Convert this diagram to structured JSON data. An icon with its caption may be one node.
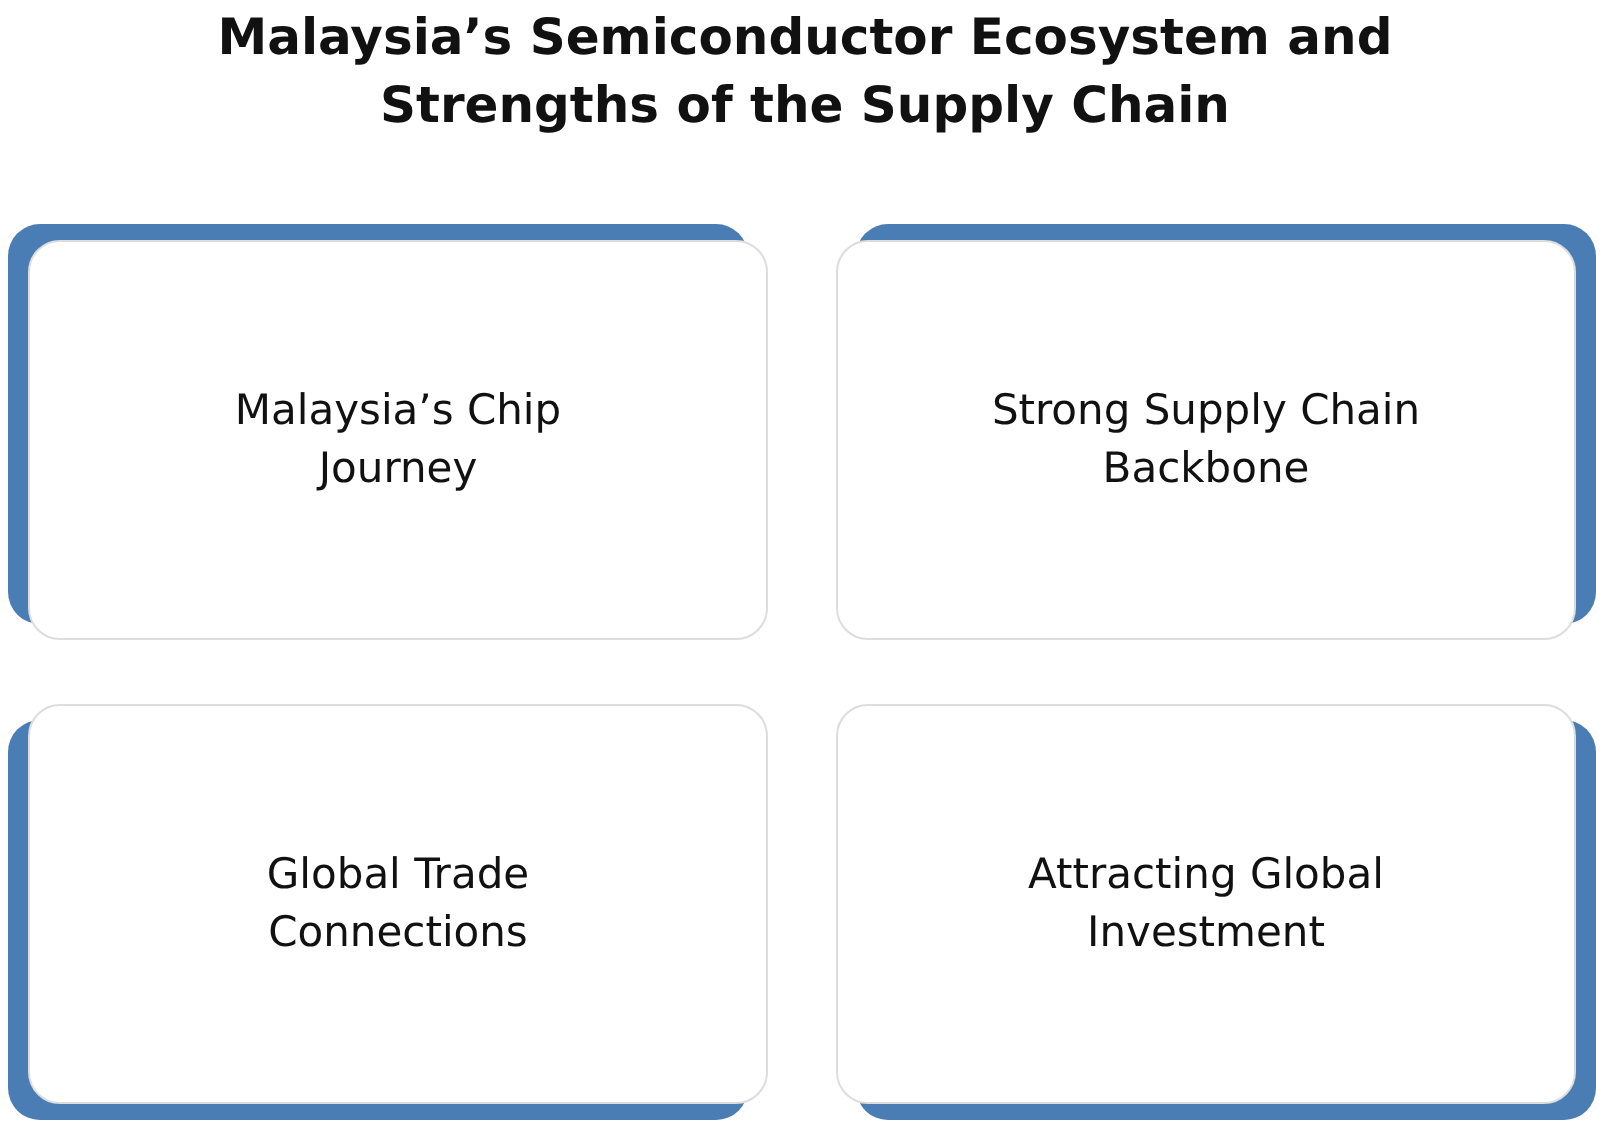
{
  "diagram": {
    "title": "Malaysia’s Semiconductor Ecosystem and Strengths of the Supply Chain",
    "nodes": [
      {
        "text": [
          "Malaysia’s Chip Journey"
        ]
      },
      {
        "text": [
          "Strong Supply Chain Backbone"
        ]
      },
      {
        "text": [
          "Global Trade Connections"
        ]
      },
      {
        "text": [
          "Attracting Global Investment"
        ]
      }
    ]
  }
}
